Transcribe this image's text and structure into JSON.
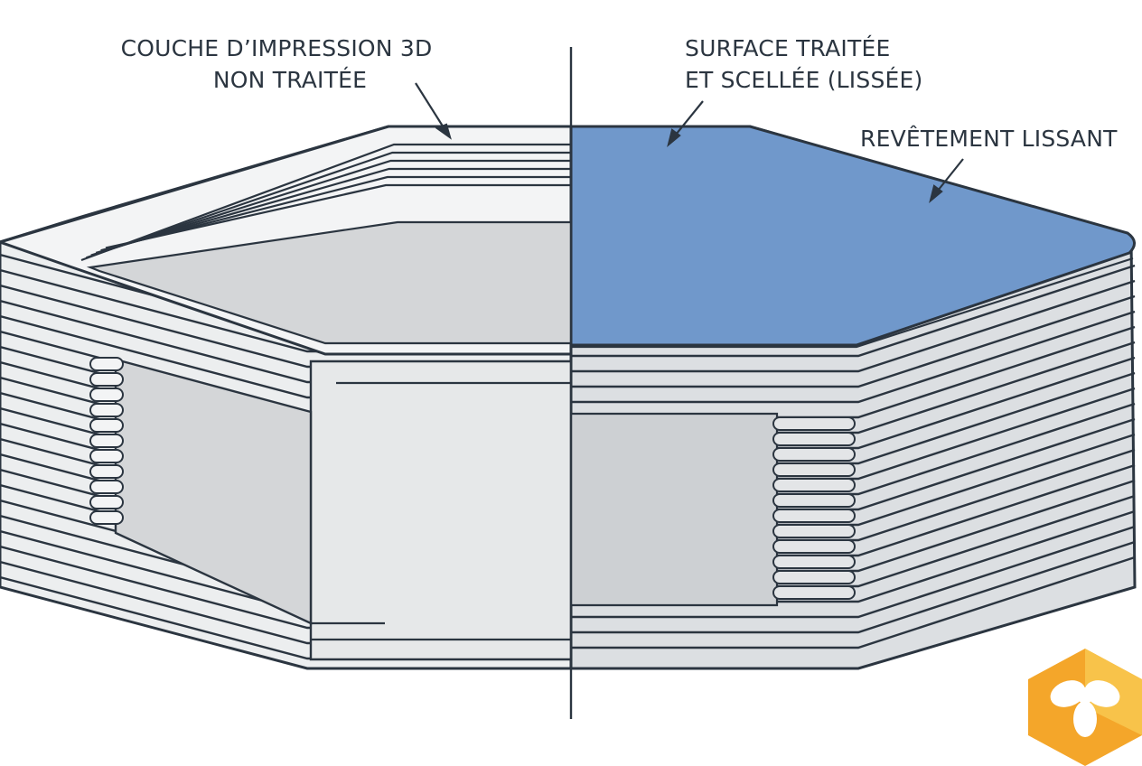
{
  "labels": {
    "untreated": {
      "line1": "COUCHE D’IMPRESSION 3D",
      "line2": "NON TRAITÉE"
    },
    "treated": {
      "line1": "SURFACE TRAITÉE",
      "line2": "ET SCELLÉE (LISSÉE)"
    },
    "coating": {
      "line1": "REVÊTEMENT LISSANT"
    }
  },
  "colors": {
    "outline": "#2b3540",
    "untreated_fill": "#eceeef",
    "untreated_layer": "#f3f4f5",
    "cavity_fill": "#d4d6d8",
    "treated_layer": "#dcdfe2",
    "coating_fill": "#7098cb",
    "logo_orange": "#f4a62a",
    "logo_yellow": "#f8c850"
  },
  "icons": {
    "logo": "bee-hexagon-logo"
  }
}
